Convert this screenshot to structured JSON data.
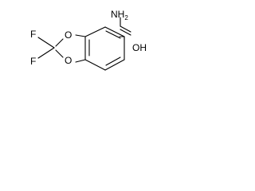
{
  "molecule": {
    "atoms": {
      "nh2": "NH",
      "nh2_subscript": "2",
      "oh": "OH",
      "o_top": "O",
      "o_bottom": "O",
      "f_top": "F",
      "f_bottom": "F"
    },
    "colors": {
      "bond": "#000000",
      "label": "#000000",
      "background": "#ffffff"
    }
  }
}
